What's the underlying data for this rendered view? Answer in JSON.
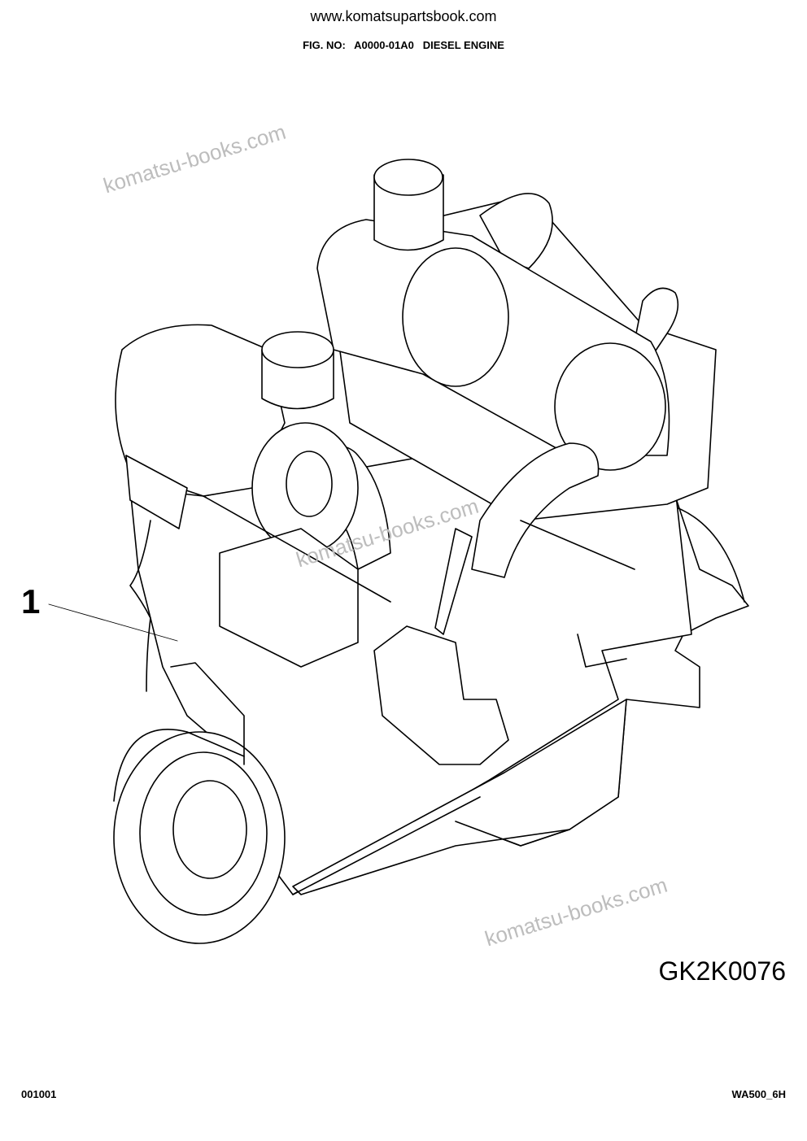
{
  "header": {
    "site_url": "www.komatsupartsbook.com",
    "fig_label": "FIG. NO:",
    "fig_number": "A0000-01A0",
    "fig_title": "DIESEL ENGINE"
  },
  "watermarks": [
    "komatsu-books.com",
    "komatsu-books.com",
    "komatsu-books.com"
  ],
  "illustration": {
    "callout_number": "1",
    "drawing_code": "GK2K0076"
  },
  "footer": {
    "page_code": "001001",
    "model_code": "WA500_6H"
  }
}
